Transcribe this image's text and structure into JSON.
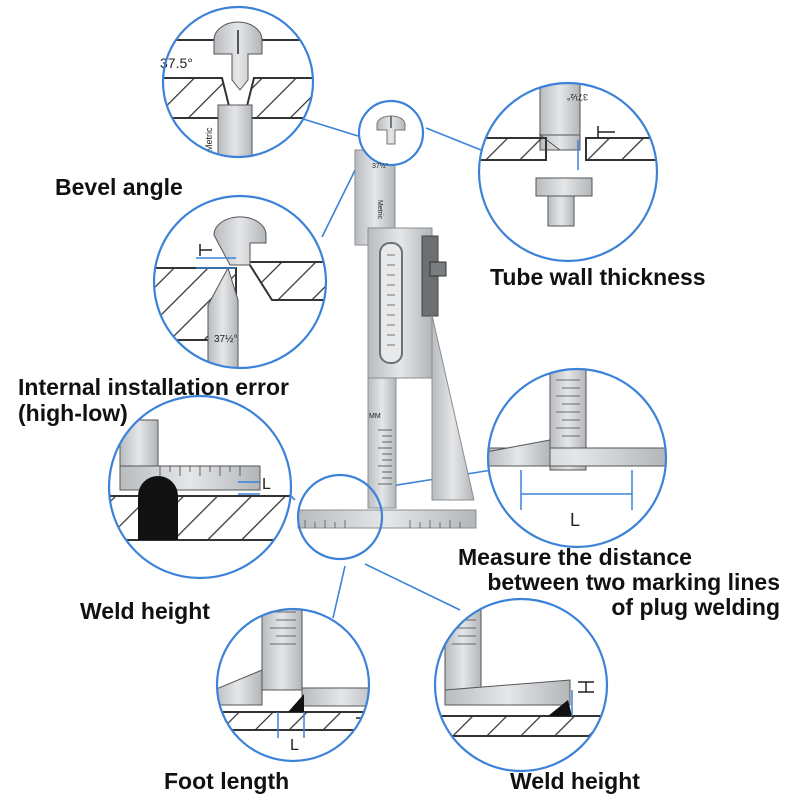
{
  "labels": {
    "bevel_angle": "Bevel angle",
    "tube_wall_thickness": "Tube wall thickness",
    "internal_error_line1": "Internal installation error",
    "internal_error_line2": "(high-low)",
    "weld_height_left": "Weld height",
    "measure_line1": "Measure the distance",
    "measure_line2": "between two marking lines",
    "measure_line3": "of plug welding",
    "foot_length": "Foot length",
    "weld_height_bottom": "Weld height"
  },
  "gauge": {
    "metric_label": "Metric",
    "mm_label": "MM",
    "angle_marks": {
      "bevel": "37.5°",
      "thirty_seven_half": "37½°"
    }
  },
  "dimension_marks": {
    "L": "L",
    "H": "H"
  },
  "colors": {
    "circle_stroke": "#3b82d8",
    "steel": "#cfd2d4",
    "hatch": "#333333",
    "weld": "#111111"
  }
}
